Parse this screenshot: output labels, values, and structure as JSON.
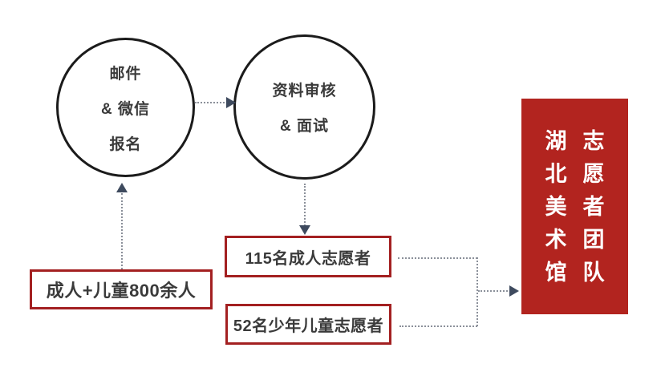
{
  "colors": {
    "background": "#ffffff",
    "circle_stroke": "#1b1b1b",
    "text": "#3a3a3a",
    "box_border_red": "#a32021",
    "team_red": "#b2241f",
    "team_text": "#ffffff",
    "dotted_line": "#8b909a",
    "arrowhead": "#3e4a5e"
  },
  "nodes": {
    "registration": {
      "lines": [
        "邮件",
        "& 微信",
        "报名"
      ]
    },
    "review": {
      "lines": [
        "资料审核",
        "& 面试"
      ]
    },
    "applicants": {
      "label": "成人+儿童800余人"
    },
    "adult_volunteers": {
      "label": "115名成人志愿者"
    },
    "child_volunteers": {
      "label": "52名少年儿童志愿者"
    },
    "team": {
      "columns": [
        [
          "湖",
          "北",
          "美",
          "术",
          "馆"
        ],
        [
          "志",
          "愿",
          "者",
          "团",
          "队"
        ]
      ]
    }
  }
}
